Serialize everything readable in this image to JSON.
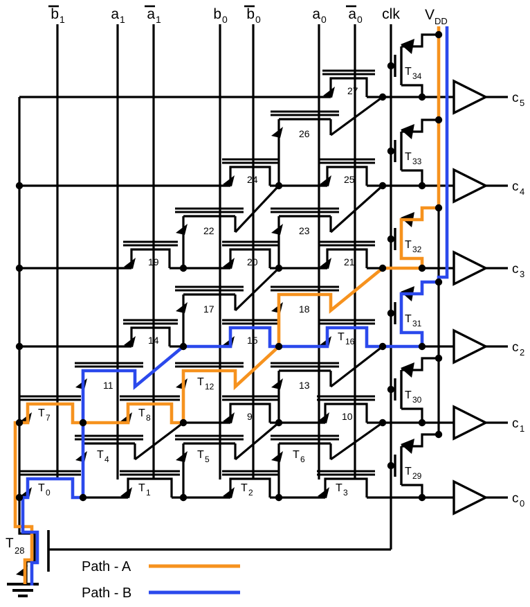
{
  "figure": {
    "background": "#ffffff",
    "colors": {
      "wire": "#000000",
      "path_a": "#F6921E",
      "path_b": "#2B49EC"
    },
    "inputs": [
      {
        "id": "b1_bar",
        "base": "b",
        "sub": "1",
        "overbar": true
      },
      {
        "id": "a1",
        "base": "a",
        "sub": "1",
        "overbar": false
      },
      {
        "id": "a1_bar",
        "base": "a",
        "sub": "1",
        "overbar": true
      },
      {
        "id": "b0",
        "base": "b",
        "sub": "0",
        "overbar": false
      },
      {
        "id": "b0_bar",
        "base": "b",
        "sub": "0",
        "overbar": true
      },
      {
        "id": "a0",
        "base": "a",
        "sub": "0",
        "overbar": false
      },
      {
        "id": "a0_bar",
        "base": "a",
        "sub": "0",
        "overbar": true
      },
      {
        "id": "clk",
        "base": "clk",
        "sub": "",
        "overbar": false
      }
    ],
    "power_label": {
      "base": "V",
      "sub": "DD"
    },
    "outputs": [
      {
        "base": "c",
        "sub": "5"
      },
      {
        "base": "c",
        "sub": "4"
      },
      {
        "base": "c",
        "sub": "3"
      },
      {
        "base": "c",
        "sub": "2"
      },
      {
        "base": "c",
        "sub": "1"
      },
      {
        "base": "c",
        "sub": "0"
      }
    ],
    "transistor_labels": {
      "0": {
        "prefix": "T",
        "num": "0"
      },
      "1": {
        "prefix": "T",
        "num": "1"
      },
      "2": {
        "prefix": "T",
        "num": "2"
      },
      "3": {
        "prefix": "T",
        "num": "3"
      },
      "4": {
        "prefix": "T",
        "num": "4"
      },
      "5": {
        "prefix": "T",
        "num": "5"
      },
      "6": {
        "prefix": "T",
        "num": "6"
      },
      "7": {
        "prefix": "T",
        "num": "7"
      },
      "8": {
        "prefix": "T",
        "num": "8"
      },
      "9": {
        "prefix": "",
        "num": "9"
      },
      "10": {
        "prefix": "",
        "num": "10"
      },
      "11": {
        "prefix": "",
        "num": "11"
      },
      "12": {
        "prefix": "T",
        "num": "12"
      },
      "13": {
        "prefix": "",
        "num": "13"
      },
      "14": {
        "prefix": "",
        "num": "14"
      },
      "15": {
        "prefix": "",
        "num": "15"
      },
      "16": {
        "prefix": "T",
        "num": "16"
      },
      "17": {
        "prefix": "",
        "num": "17"
      },
      "18": {
        "prefix": "",
        "num": "18"
      },
      "19": {
        "prefix": "",
        "num": "19"
      },
      "20": {
        "prefix": "",
        "num": "20"
      },
      "21": {
        "prefix": "",
        "num": "21"
      },
      "22": {
        "prefix": "",
        "num": "22"
      },
      "23": {
        "prefix": "",
        "num": "23"
      },
      "24": {
        "prefix": "",
        "num": "24"
      },
      "25": {
        "prefix": "",
        "num": "25"
      },
      "26": {
        "prefix": "",
        "num": "26"
      },
      "27": {
        "prefix": "",
        "num": "27"
      },
      "28": {
        "prefix": "T",
        "num": "28"
      },
      "29": {
        "prefix": "T",
        "num": "29"
      },
      "30": {
        "prefix": "T",
        "num": "30"
      },
      "31": {
        "prefix": "T",
        "num": "31"
      },
      "32": {
        "prefix": "T",
        "num": "32"
      },
      "33": {
        "prefix": "T",
        "num": "33"
      },
      "34": {
        "prefix": "T",
        "num": "34"
      }
    },
    "legend": [
      {
        "label": "Path - A",
        "color_key": "path_a"
      },
      {
        "label": "Path - B",
        "color_key": "path_b"
      }
    ]
  }
}
